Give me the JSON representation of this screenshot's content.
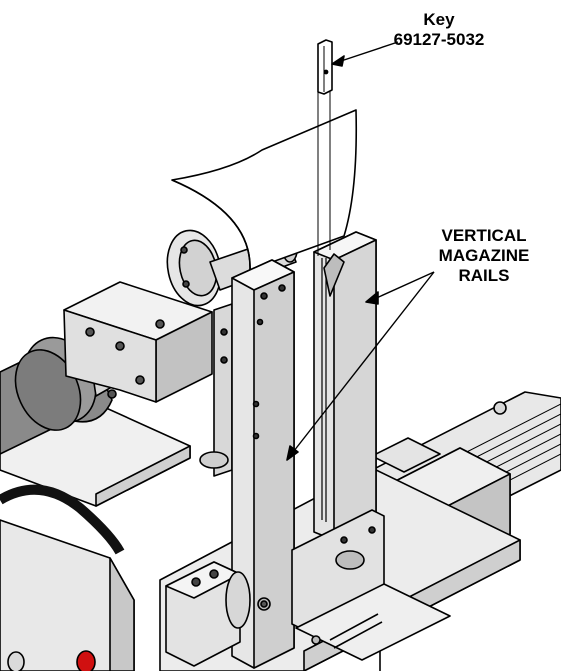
{
  "callouts": {
    "key": {
      "line1": "Key",
      "line2": "69127-5032"
    },
    "rails": {
      "line1": "VERTICAL",
      "line2": "MAGAZINE",
      "line3": "RAILS"
    }
  },
  "colors": {
    "line": "#000000",
    "metal": "#e6e6e6",
    "metal_dark": "#b8b8b8",
    "shadow": "#8c8c8c",
    "red_button": "#d01010"
  }
}
